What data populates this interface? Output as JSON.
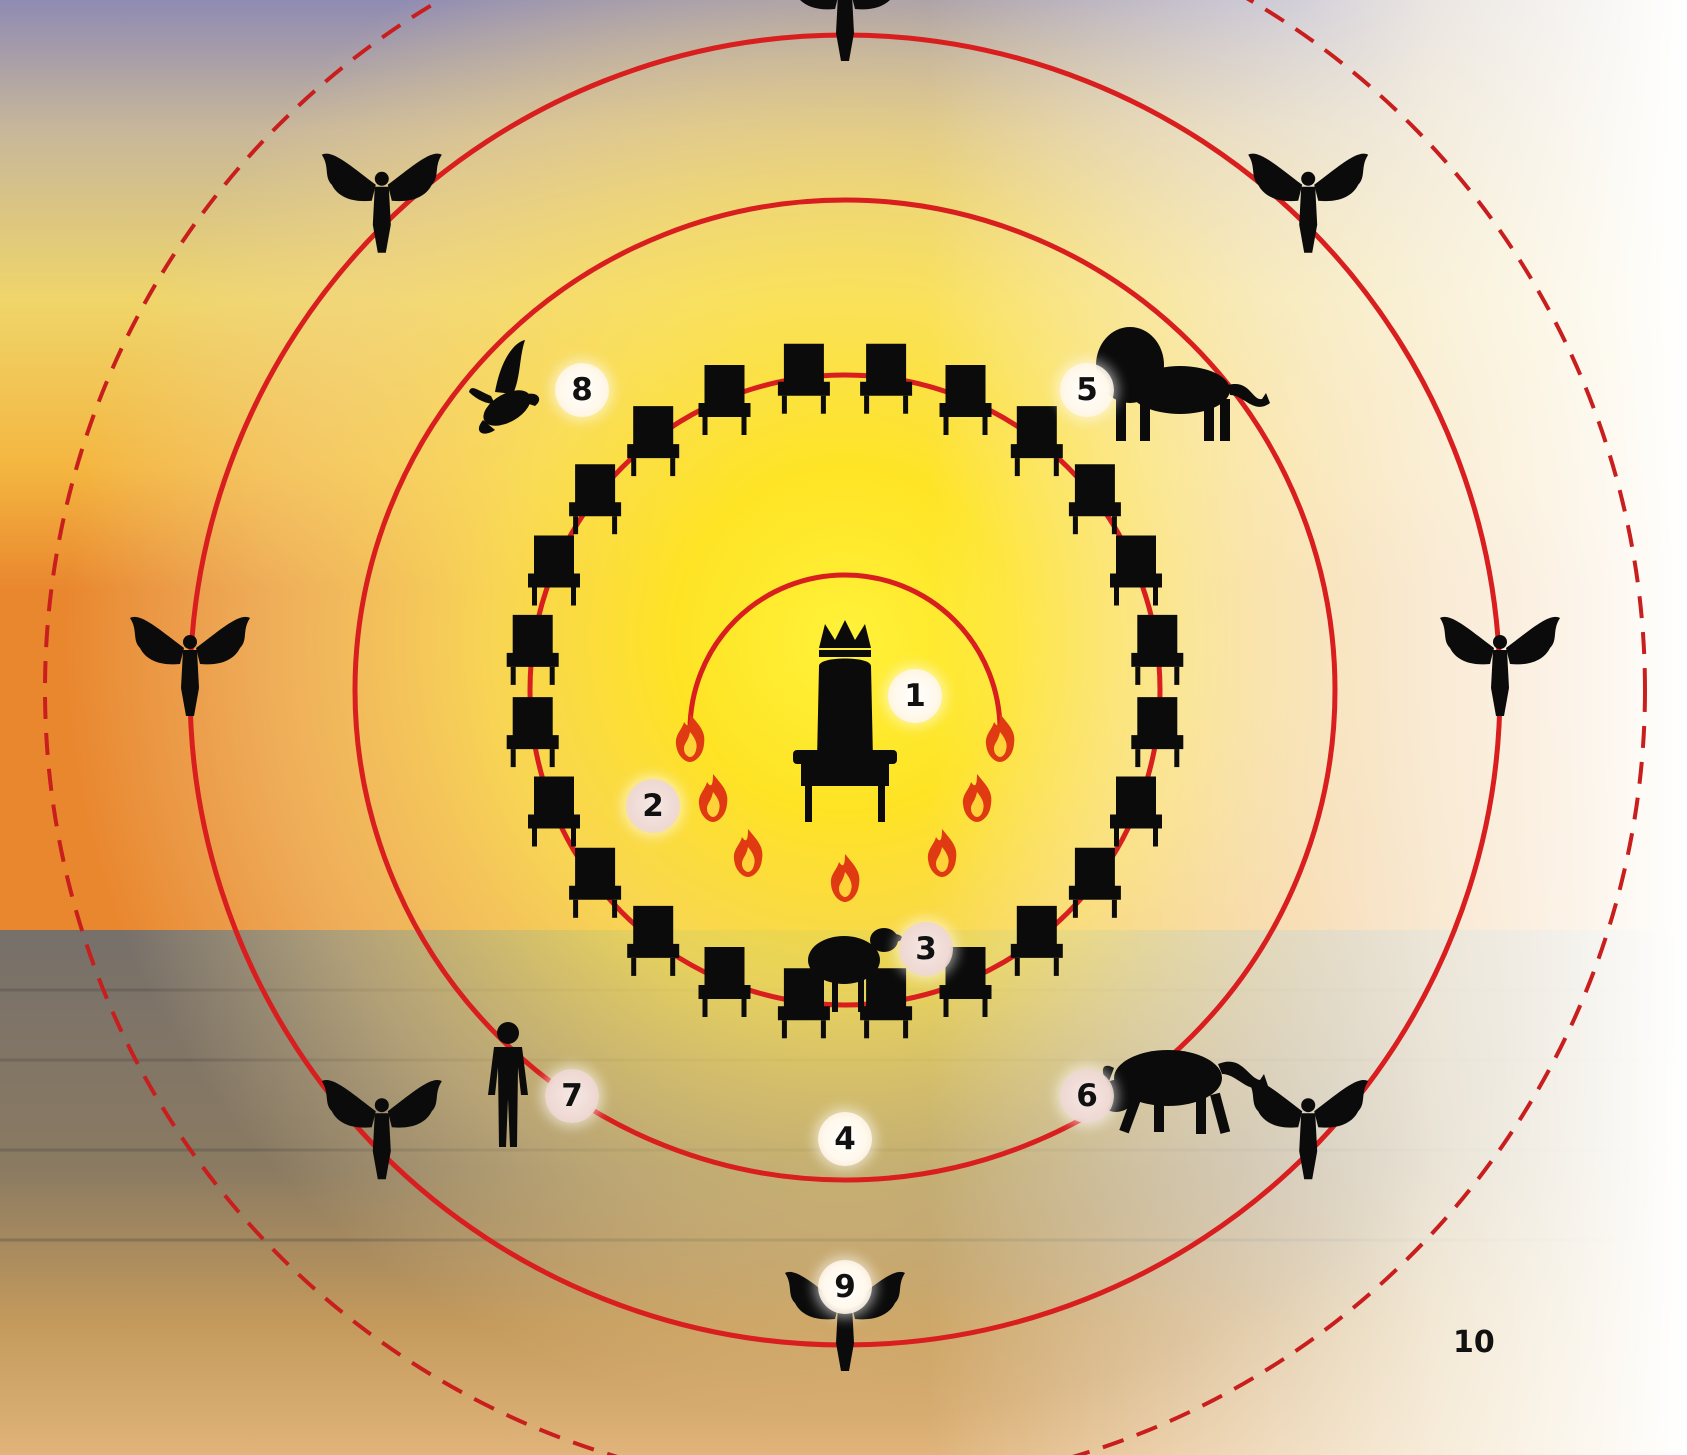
{
  "scene": {
    "colors": {
      "ring": "#d81e1e",
      "ring_dashed": "#c81e1e",
      "silhouette": "#0b0b0b",
      "flame": "#e03a12",
      "flame_inner": "#ffd23a",
      "sky_top": "#8f8bb3",
      "sun": "#ffea2a",
      "sea": "#6d6a66",
      "sand": "#d8a060"
    },
    "rings": [
      {
        "name": "throne-arc-ring",
        "style": "solid"
      },
      {
        "name": "elders-ring",
        "style": "solid"
      },
      {
        "name": "living-creatures-ring",
        "style": "solid"
      },
      {
        "name": "angels-ring",
        "style": "solid"
      },
      {
        "name": "outer-ring",
        "style": "dashed"
      }
    ],
    "elements": {
      "throne": {
        "icon": "crowned-throne-icon",
        "count": 1
      },
      "lamps": {
        "icon": "fire-icon",
        "count": 7
      },
      "lamb": {
        "icon": "lamb-icon",
        "count": 1
      },
      "elder_seats": {
        "icon": "seat-icon",
        "count": 24
      },
      "creatures": [
        {
          "icon": "lion-icon"
        },
        {
          "icon": "ox-icon"
        },
        {
          "icon": "man-icon"
        },
        {
          "icon": "eagle-icon"
        }
      ],
      "angels": {
        "icon": "angel-icon",
        "count": 8
      }
    }
  },
  "labels": {
    "n1": "1",
    "n2": "2",
    "n3": "3",
    "n4": "4",
    "n5": "5",
    "n6": "6",
    "n7": "7",
    "n8": "8",
    "n9": "9",
    "n10": "10"
  }
}
